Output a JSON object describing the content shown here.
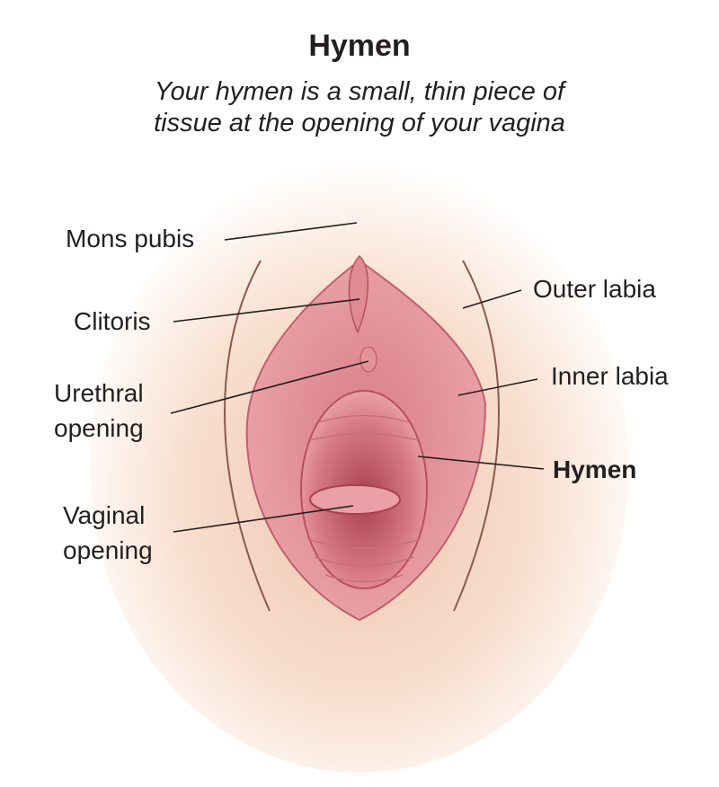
{
  "title": "Hymen",
  "subtitle": {
    "line1": "Your hymen is a small, thin piece of",
    "line2": "tissue at the opening of your vagina"
  },
  "labels": {
    "mons_pubis": "Mons pubis",
    "clitoris": "Clitoris",
    "urethral_opening_1": "Urethral",
    "urethral_opening_2": "opening",
    "vaginal_opening_1": "Vaginal",
    "vaginal_opening_2": "opening",
    "outer_labia": "Outer labia",
    "inner_labia": "Inner labia",
    "hymen": "Hymen"
  },
  "colors": {
    "skin": "#f6d9c6",
    "tissue": "#e79aa0",
    "dark": "#b5535e",
    "text": "#231f20"
  }
}
